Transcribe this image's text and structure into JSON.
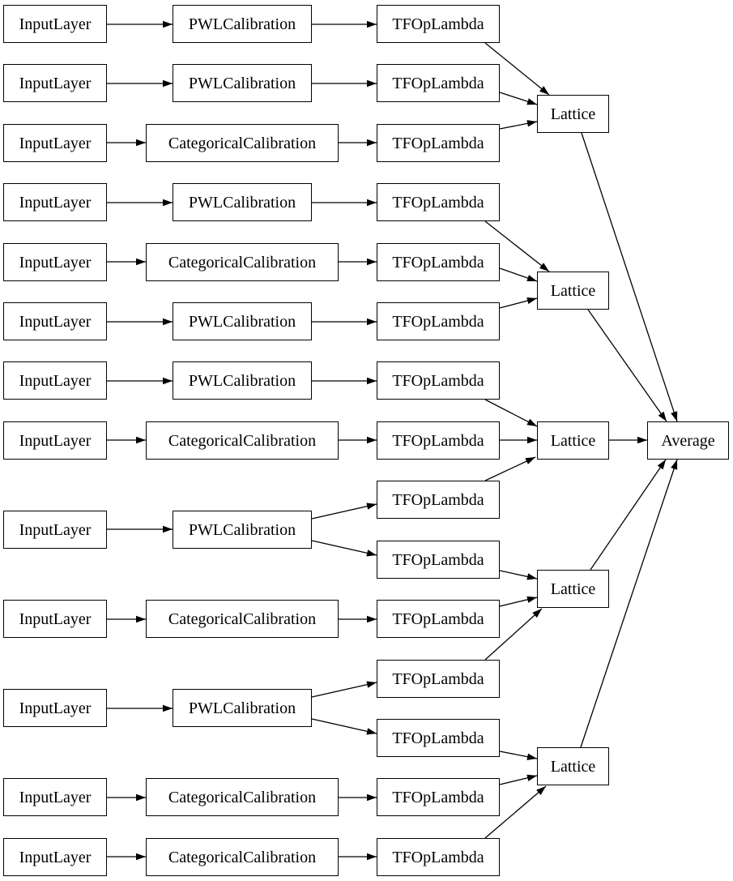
{
  "diagram": {
    "kind": "keras-model-plot-graph",
    "colors": {
      "background": "#ffffff",
      "node_fill": "#ffffff",
      "node_border": "#000000",
      "edge": "#000000",
      "text": "#000000"
    },
    "labels": {
      "input_layer": "InputLayer",
      "pwl_calibration": "PWLCalibration",
      "categorical_calibration": "CategoricalCalibration",
      "tf_op_lambda": "TFOpLambda",
      "lattice": "Lattice",
      "average": "Average"
    },
    "node_counts": {
      "InputLayer": 13,
      "PWLCalibration": 7,
      "CategoricalCalibration": 6,
      "TFOpLambda": 15,
      "Lattice": 5,
      "Average": 1
    },
    "nodes": [
      {
        "id": "inputlayer-1",
        "label": "InputLayer"
      },
      {
        "id": "inputlayer-2",
        "label": "InputLayer"
      },
      {
        "id": "inputlayer-3",
        "label": "InputLayer"
      },
      {
        "id": "inputlayer-4",
        "label": "InputLayer"
      },
      {
        "id": "inputlayer-5",
        "label": "InputLayer"
      },
      {
        "id": "inputlayer-6",
        "label": "InputLayer"
      },
      {
        "id": "inputlayer-7",
        "label": "InputLayer"
      },
      {
        "id": "inputlayer-8",
        "label": "InputLayer"
      },
      {
        "id": "inputlayer-9",
        "label": "InputLayer"
      },
      {
        "id": "inputlayer-10",
        "label": "InputLayer"
      },
      {
        "id": "inputlayer-11",
        "label": "InputLayer"
      },
      {
        "id": "inputlayer-12",
        "label": "InputLayer"
      },
      {
        "id": "inputlayer-13",
        "label": "InputLayer"
      },
      {
        "id": "pwlcalibration-1",
        "label": "PWLCalibration"
      },
      {
        "id": "pwlcalibration-2",
        "label": "PWLCalibration"
      },
      {
        "id": "categoricalcalibration-1",
        "label": "CategoricalCalibration"
      },
      {
        "id": "pwlcalibration-3",
        "label": "PWLCalibration"
      },
      {
        "id": "categoricalcalibration-2",
        "label": "CategoricalCalibration"
      },
      {
        "id": "pwlcalibration-4",
        "label": "PWLCalibration"
      },
      {
        "id": "pwlcalibration-5",
        "label": "PWLCalibration"
      },
      {
        "id": "categoricalcalibration-3",
        "label": "CategoricalCalibration"
      },
      {
        "id": "pwlcalibration-6",
        "label": "PWLCalibration"
      },
      {
        "id": "categoricalcalibration-4",
        "label": "CategoricalCalibration"
      },
      {
        "id": "pwlcalibration-7",
        "label": "PWLCalibration"
      },
      {
        "id": "categoricalcalibration-5",
        "label": "CategoricalCalibration"
      },
      {
        "id": "categoricalcalibration-6",
        "label": "CategoricalCalibration"
      },
      {
        "id": "tfoplambda-1",
        "label": "TFOpLambda"
      },
      {
        "id": "tfoplambda-2",
        "label": "TFOpLambda"
      },
      {
        "id": "tfoplambda-3",
        "label": "TFOpLambda"
      },
      {
        "id": "tfoplambda-4",
        "label": "TFOpLambda"
      },
      {
        "id": "tfoplambda-5",
        "label": "TFOpLambda"
      },
      {
        "id": "tfoplambda-6",
        "label": "TFOpLambda"
      },
      {
        "id": "tfoplambda-7",
        "label": "TFOpLambda"
      },
      {
        "id": "tfoplambda-8",
        "label": "TFOpLambda"
      },
      {
        "id": "tfoplambda-9",
        "label": "TFOpLambda"
      },
      {
        "id": "tfoplambda-10",
        "label": "TFOpLambda"
      },
      {
        "id": "tfoplambda-11",
        "label": "TFOpLambda"
      },
      {
        "id": "tfoplambda-12",
        "label": "TFOpLambda"
      },
      {
        "id": "tfoplambda-13",
        "label": "TFOpLambda"
      },
      {
        "id": "tfoplambda-14",
        "label": "TFOpLambda"
      },
      {
        "id": "tfoplambda-15",
        "label": "TFOpLambda"
      },
      {
        "id": "lattice-1",
        "label": "Lattice"
      },
      {
        "id": "lattice-2",
        "label": "Lattice"
      },
      {
        "id": "lattice-3",
        "label": "Lattice"
      },
      {
        "id": "lattice-4",
        "label": "Lattice"
      },
      {
        "id": "lattice-5",
        "label": "Lattice"
      },
      {
        "id": "average-1",
        "label": "Average"
      }
    ],
    "edges": [
      "inputlayer-1 -> pwlcalibration-1",
      "inputlayer-2 -> pwlcalibration-2",
      "inputlayer-3 -> categoricalcalibration-1",
      "inputlayer-4 -> pwlcalibration-3",
      "inputlayer-5 -> categoricalcalibration-2",
      "inputlayer-6 -> pwlcalibration-4",
      "inputlayer-7 -> pwlcalibration-5",
      "inputlayer-8 -> categoricalcalibration-3",
      "inputlayer-9 -> pwlcalibration-6",
      "inputlayer-10 -> categoricalcalibration-4",
      "inputlayer-11 -> pwlcalibration-7",
      "inputlayer-12 -> categoricalcalibration-5",
      "inputlayer-13 -> categoricalcalibration-6",
      "pwlcalibration-1 -> tfoplambda-1",
      "pwlcalibration-2 -> tfoplambda-2",
      "categoricalcalibration-1 -> tfoplambda-3",
      "pwlcalibration-3 -> tfoplambda-4",
      "categoricalcalibration-2 -> tfoplambda-5",
      "pwlcalibration-4 -> tfoplambda-6",
      "pwlcalibration-5 -> tfoplambda-7",
      "categoricalcalibration-3 -> tfoplambda-8",
      "pwlcalibration-6 -> tfoplambda-9",
      "pwlcalibration-6 -> tfoplambda-10",
      "categoricalcalibration-4 -> tfoplambda-11",
      "pwlcalibration-7 -> tfoplambda-12",
      "pwlcalibration-7 -> tfoplambda-13",
      "categoricalcalibration-5 -> tfoplambda-14",
      "categoricalcalibration-6 -> tfoplambda-15",
      "tfoplambda-1 -> lattice-1",
      "tfoplambda-2 -> lattice-1",
      "tfoplambda-3 -> lattice-1",
      "tfoplambda-4 -> lattice-2",
      "tfoplambda-5 -> lattice-2",
      "tfoplambda-6 -> lattice-2",
      "tfoplambda-7 -> lattice-3",
      "tfoplambda-8 -> lattice-3",
      "tfoplambda-9 -> lattice-3",
      "tfoplambda-10 -> lattice-4",
      "tfoplambda-11 -> lattice-4",
      "tfoplambda-12 -> lattice-4",
      "tfoplambda-13 -> lattice-5",
      "tfoplambda-14 -> lattice-5",
      "tfoplambda-15 -> lattice-5",
      "lattice-1 -> average-1",
      "lattice-2 -> average-1",
      "lattice-3 -> average-1",
      "lattice-4 -> average-1",
      "lattice-5 -> average-1"
    ]
  }
}
